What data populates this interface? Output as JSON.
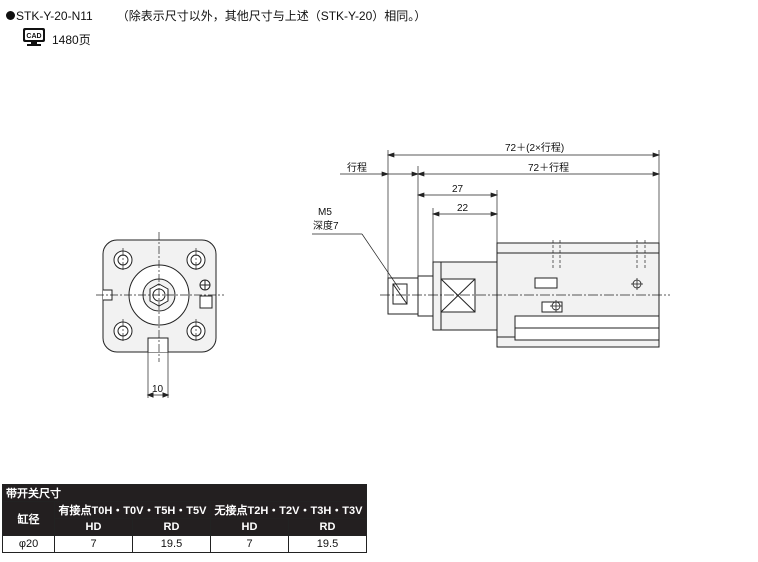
{
  "header": {
    "model": "STK-Y-20-N11",
    "note": "（除表示尺寸以外，其他尺寸与上述（STK-Y-20）相同。）",
    "cad_label": "CAD",
    "page_ref": "1480页"
  },
  "drawing": {
    "front_view": {
      "dim_width": "10"
    },
    "side_view": {
      "dim_total": "72＋(2×行程)",
      "dim_stroke": "行程",
      "dim_72_stroke": "72＋行程",
      "dim_27": "27",
      "dim_22": "22",
      "thread_label": "M5",
      "depth_label": "深度7"
    }
  },
  "table": {
    "title": "带开关尺寸",
    "bore_header": "缸径",
    "group1": "有接点T0H・T0V・T5H・T5V",
    "group2": "无接点T2H・T2V・T3H・T3V",
    "col_hd": "HD",
    "col_rd": "RD",
    "rows": [
      {
        "bore": "φ20",
        "hd1": "7",
        "rd1": "19.5",
        "hd2": "7",
        "rd2": "19.5"
      }
    ]
  },
  "colors": {
    "line": "#222222",
    "header_bg": "#231f20",
    "body_fill": "#f2f2f2"
  }
}
